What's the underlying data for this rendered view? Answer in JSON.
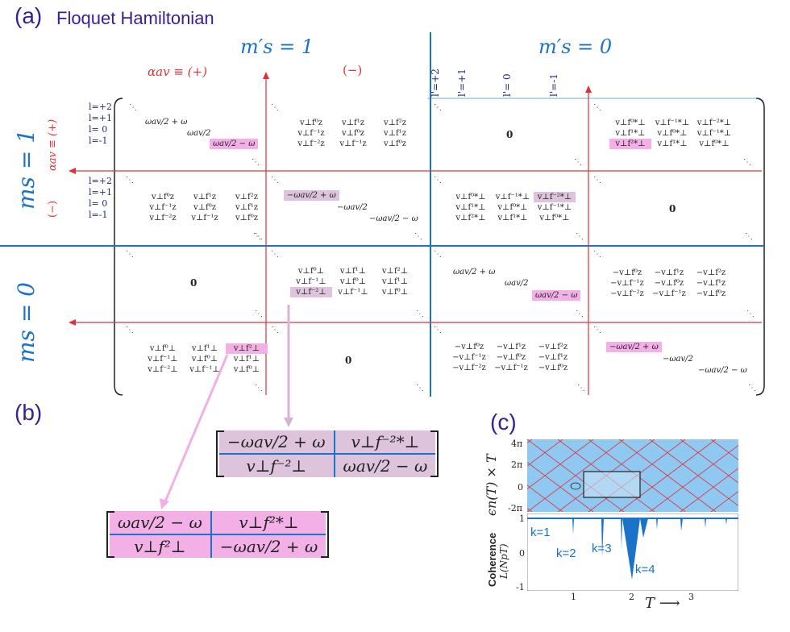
{
  "panel_a": {
    "label": "(a)",
    "title": "Floquet Hamiltonian",
    "col_header_ms1": "m′s = 1",
    "col_header_ms0": "m′s = 0",
    "alpha_plus": "αav ≡ (+)",
    "alpha_minus": "(−)",
    "row_ms1": "ms = 1",
    "row_ms0": "ms = 0",
    "row_alpha_plus": "αav ≡ (+)",
    "row_alpha_minus": "(−)",
    "l_indices": [
      "l=+2",
      "l=+1",
      "l= 0",
      "l=-1"
    ],
    "lprime_indices": [
      "l'=+2",
      "l'=+1",
      "l'= 0",
      "l'=-1"
    ],
    "zero": "0",
    "diag_pp": [
      "ωav/2 + ω",
      "ωav/2",
      "ωav/2 − ω"
    ],
    "diag_mm": [
      "−ωav/2 + ω",
      "−ωav/2",
      "−ωav/2 − ω"
    ],
    "block_vz": [
      [
        "v⊥f⁰z",
        "v⊥f¹z",
        "v⊥f²z"
      ],
      [
        "v⊥f⁻¹z",
        "v⊥f⁰z",
        "v⊥f¹z"
      ],
      [
        "v⊥f⁻²z",
        "v⊥f⁻¹z",
        "v⊥f⁰z"
      ]
    ],
    "block_vperp_conj": [
      [
        "v⊥f⁰*⊥",
        "v⊥f⁻¹*⊥",
        "v⊥f⁻²*⊥"
      ],
      [
        "v⊥f¹*⊥",
        "v⊥f⁰*⊥",
        "v⊥f⁻¹*⊥"
      ],
      [
        "v⊥f²*⊥",
        "v⊥f¹*⊥",
        "v⊥f⁰*⊥"
      ]
    ],
    "block_vperp": [
      [
        "v⊥f⁰⊥",
        "v⊥f¹⊥",
        "v⊥f²⊥"
      ],
      [
        "v⊥f⁻¹⊥",
        "v⊥f⁰⊥",
        "v⊥f¹⊥"
      ],
      [
        "v⊥f⁻²⊥",
        "v⊥f⁻¹⊥",
        "v⊥f⁰⊥"
      ]
    ],
    "block_neg_vz": [
      [
        "−v⊥f⁰z",
        "−v⊥f¹z",
        "−v⊥f²z"
      ],
      [
        "−v⊥f⁻¹z",
        "−v⊥f⁰z",
        "−v⊥f¹z"
      ],
      [
        "−v⊥f⁻²z",
        "−v⊥f⁻¹z",
        "−v⊥f⁰z"
      ]
    ]
  },
  "panel_b": {
    "label": "(b)",
    "matrix_purple": [
      [
        "−ωav/2 + ω",
        "v⊥f⁻²*⊥"
      ],
      [
        "v⊥f⁻²⊥",
        "ωav/2 − ω"
      ]
    ],
    "matrix_pink": [
      [
        "ωav/2 − ω",
        "v⊥f²*⊥"
      ],
      [
        "v⊥f²⊥",
        "−ωav/2 + ω"
      ]
    ]
  },
  "panel_c": {
    "label": "(c)",
    "top_ylabel": "ϵn(T) × T",
    "top_ytick_labels": [
      "4π",
      "2π",
      "0",
      "-2π"
    ],
    "bottom_ylabel_1": "Coherence",
    "bottom_ylabel_2": "L(NpT)",
    "bottom_ytick_labels": [
      "1",
      "0",
      "-1"
    ],
    "xtick_labels": [
      "1",
      "2",
      "3"
    ],
    "xlabel": "T ⟶",
    "k_labels": [
      "k=1",
      "k=2",
      "k=3",
      "k=4"
    ]
  },
  "colors": {
    "purple_text": "#3a1f8f",
    "blue": "#1a73c8",
    "red": "#e0303a",
    "pink_highlight": "#f2b0e6",
    "purple_highlight": "#ddc3dc",
    "plot_bg": "#8fc8f0"
  }
}
